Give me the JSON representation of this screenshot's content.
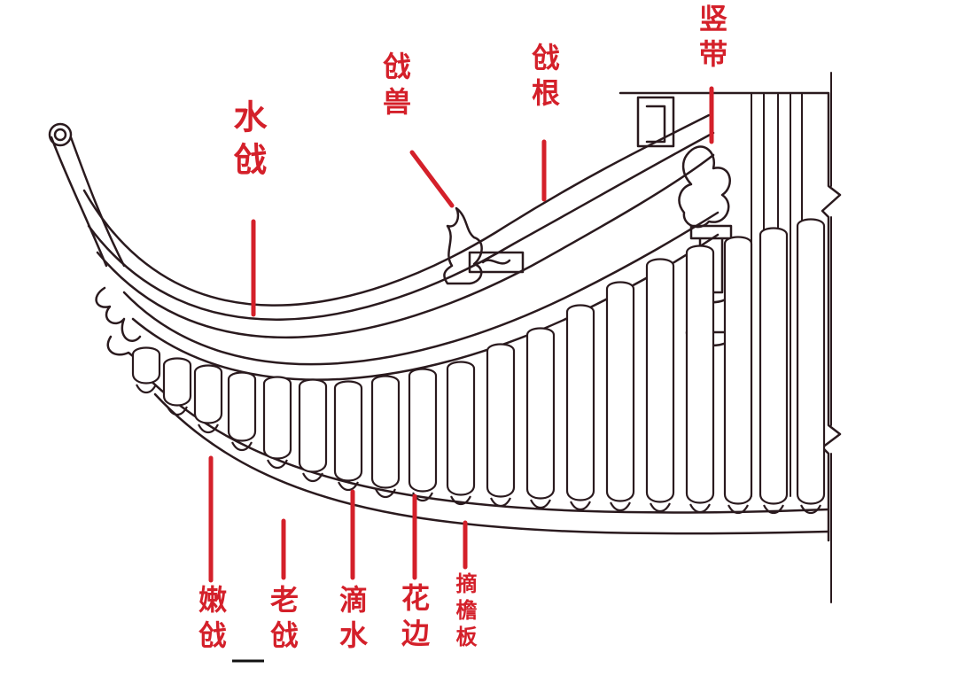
{
  "labels": {
    "shui_ji": "水戗",
    "ji_shou": "戗兽",
    "ji_gen": "戗根",
    "shu_dai": "竖带",
    "nen_ji": "嫩戗",
    "lao_ji": "老戗",
    "di_shui": "滴水",
    "hua_bian": "花边",
    "zhai_yan_ban": "摘檐板"
  },
  "colors": {
    "label": "#d4202a",
    "line": "#2a1a1e"
  }
}
